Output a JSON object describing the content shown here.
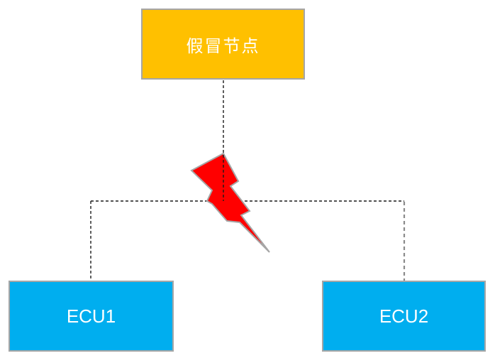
{
  "diagram": {
    "type": "attack-topology",
    "nodes": {
      "fake_node": {
        "label": "假冒节点",
        "fill": "#FFC000",
        "text_color": "#FFFFFF"
      },
      "ecu1": {
        "label": "ECU1",
        "fill": "#00AEEF",
        "text_color": "#FFFFFF"
      },
      "ecu2": {
        "label": "ECU2",
        "fill": "#00AEEF",
        "text_color": "#FFFFFF"
      }
    },
    "connectors": {
      "style": "dashed",
      "bus_color": "#1a1a1a",
      "right_drop_color": "#8a8a8a",
      "links": [
        "fake_node -> bus",
        "bus -> ecu1",
        "bus -> ecu2"
      ]
    },
    "attack_icon": {
      "name": "lightning-bolt-icon",
      "fill": "#FF0000",
      "outline": "#A6A6A6",
      "meaning": "attack / interference on the bus link"
    },
    "border_color": "#A6A6A6"
  }
}
